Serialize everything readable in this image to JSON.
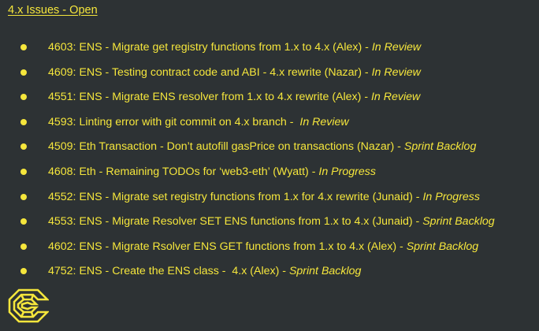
{
  "title": "4.x Issues - Open",
  "issues": [
    {
      "text": "4603: ENS - Migrate get registry functions from 1.x to 4.x (Alex) - ",
      "status": "In Review"
    },
    {
      "text": "4609: ENS - Testing contract code and ABI - 4.x rewrite (Nazar) - ",
      "status": "In Review"
    },
    {
      "text": "4551: ENS - Migrate ENS resolver from 1.x to 4.x rewrite (Alex) - ",
      "status": "In Review"
    },
    {
      "text": "4593: Linting error with git commit on 4.x branch -  ",
      "status": "In Review"
    },
    {
      "text": "4509: Eth Transaction - Don’t autofill gasPrice on transactions (Nazar) - ",
      "status": "Sprint Backlog"
    },
    {
      "text": "4608: Eth - Remaining TODOs for ‘web3-eth’ (Wyatt) - ",
      "status": "In Progress"
    },
    {
      "text": "4552: ENS - Migrate set registry functions from 1.x for 4.x rewrite (Junaid) - ",
      "status": "In Progress"
    },
    {
      "text": "4553: ENS - Migrate Resolver SET ENS functions from 1.x to 4.x (Junaid) - ",
      "status": "Sprint Backlog"
    },
    {
      "text": "4602: ENS - Migrate Rsolver ENS GET functions from 1.x to 4.x (Alex) - ",
      "status": "Sprint Backlog"
    },
    {
      "text": "4752: ENS - Create the ENS class -  4.x (Alex) - ",
      "status": "Sprint Backlog"
    }
  ],
  "colors": {
    "background": "#2d3234",
    "accent": "#f5e63c"
  },
  "logo_icon": "chainsafe-logo-icon"
}
